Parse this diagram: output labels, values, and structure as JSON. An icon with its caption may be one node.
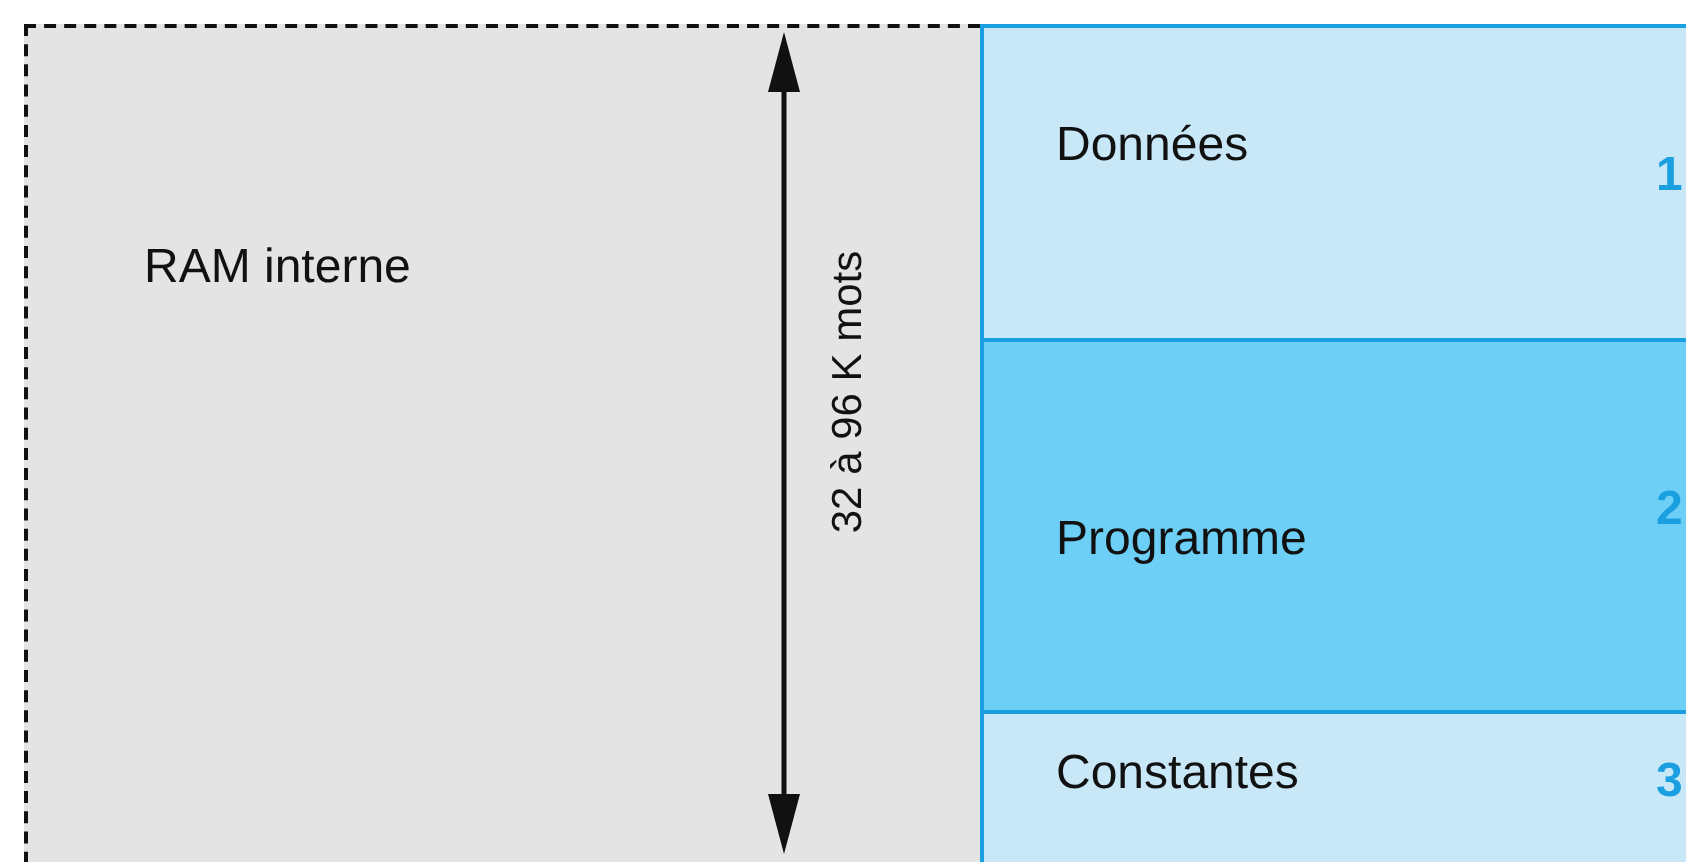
{
  "diagram": {
    "nodes": [
      {
        "text": [
          "RAM interne"
        ]
      },
      {
        "text": [
          "Données",
          "1"
        ]
      },
      {
        "text": [
          "Programme",
          "2"
        ]
      },
      {
        "text": [
          "Constantes",
          "3"
        ]
      }
    ],
    "labels": [
      "32 à 96 K mots"
    ]
  }
}
